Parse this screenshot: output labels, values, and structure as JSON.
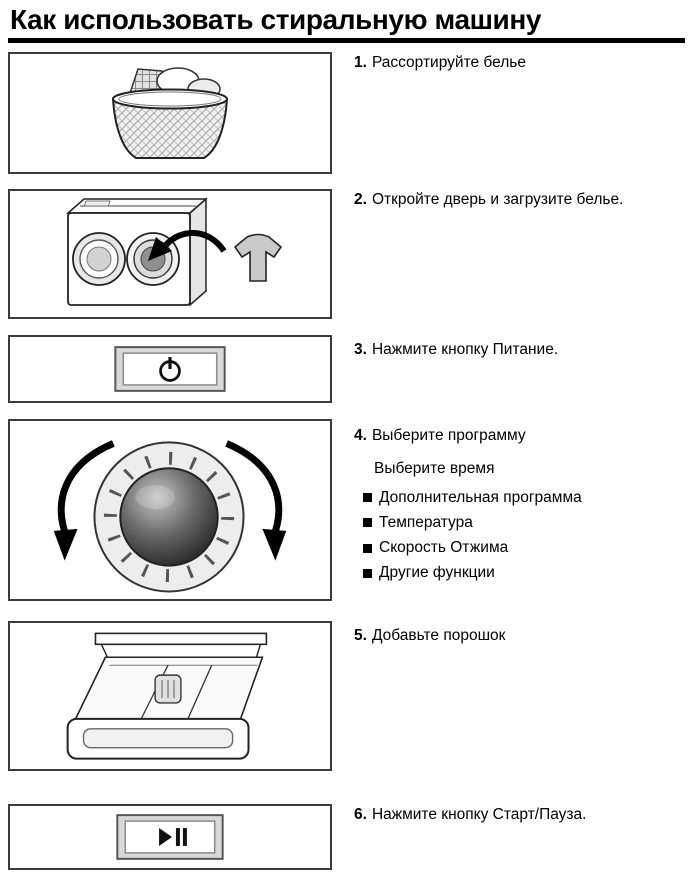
{
  "title": "Как использовать стиральную машину",
  "steps": [
    {
      "number": "1.",
      "text": "Рассортируйте белье"
    },
    {
      "number": "2.",
      "text": "Откройте дверь и загрузите белье."
    },
    {
      "number": "3.",
      "text": "Нажмите кнопку Питание."
    },
    {
      "number": "4.",
      "text": "Выберите программу",
      "subtitle": "Выберите время",
      "items": [
        "Дополнительная программа",
        "Температура",
        "Скорость Отжима",
        "Другие функции"
      ]
    },
    {
      "number": "5.",
      "text": "Добавьте порошок"
    },
    {
      "number": "6.",
      "text": "Нажмите кнопку Старт/Пауза."
    }
  ],
  "illustrations": {
    "step1": "laundry-basket-icon",
    "step2": "washing-machine-load-icon",
    "step3": "power-button-icon",
    "step4": "program-dial-icon",
    "step5": "detergent-drawer-icon",
    "step6": "start-pause-button-icon"
  },
  "colors": {
    "rule": "#000000",
    "box_border": "#3c3c3c",
    "illustration_gray": "#d9d9d9"
  }
}
